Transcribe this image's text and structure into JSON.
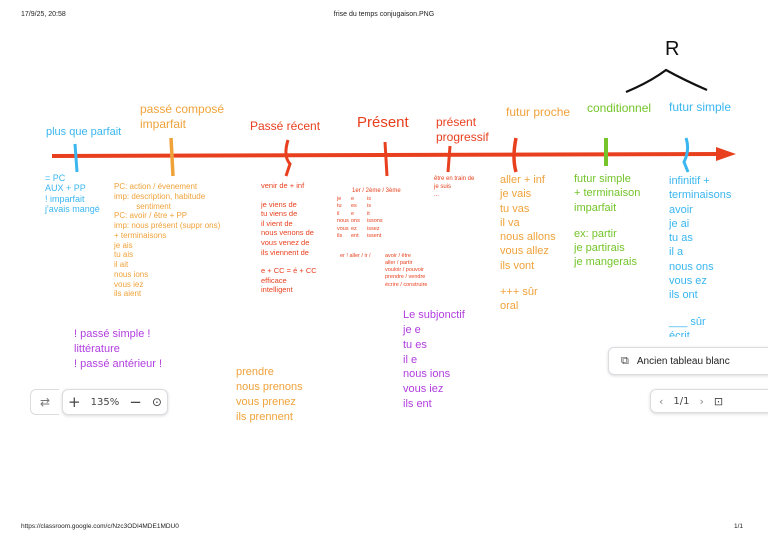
{
  "print_header": {
    "datetime": "17/9/25, 20:58",
    "title": "frise du temps conjugaison.PNG"
  },
  "print_footer": {
    "url": "https://classroom.google.com/c/Nzc3ODI4MDE1MDU0",
    "page": "1/1"
  },
  "colors": {
    "timeline": "#e8401e",
    "blue": "#3ab6f0",
    "orange": "#f0a23a",
    "red": "#e8401e",
    "green": "#74c42a",
    "purple": "#b23de0"
  },
  "drawing": {
    "r_letter": "R"
  },
  "labels": {
    "plus_que_parfait": "plus que parfait",
    "passe_compose": "passé composé",
    "imparfait": "imparfait",
    "passe_recent": "Passé récent",
    "present": "Présent",
    "present_progressif_1": "présent",
    "present_progressif_2": "progressif",
    "futur_proche": "futur proche",
    "conditionnel": "conditionnel",
    "futur_simple": "futur simple"
  },
  "notes": {
    "pqp": [
      "= PC",
      "AUX + PP",
      "! imparfait",
      "j'avais mangé"
    ],
    "pc_imp": [
      "PC: action / évenement",
      "imp: description, habitude",
      "          sentiment",
      "PC: avoir / être + PP",
      "imp: nous présent (suppr ons)",
      "+ terminaisons",
      "je ais",
      "tu ais",
      "il ait",
      "nous ions",
      "vous iez",
      "ils aient"
    ],
    "passe_recent": [
      "venir de + inf",
      "",
      "je viens de",
      "tu viens de",
      "il vient de",
      "nous venons de",
      "vous venez de",
      "ils viennent de",
      "",
      "e + CC = é + CC",
      "efficace",
      "intelligent"
    ],
    "present_groups": "1er / 2ème / 3ème",
    "present_col1": [
      "je",
      "tu",
      "il",
      "nous",
      "vous",
      "ils"
    ],
    "present_col2": [
      "e",
      "es",
      "e",
      "ons",
      "ez",
      "ent"
    ],
    "present_col3": [
      "is",
      "is",
      "it",
      "issons",
      "issez",
      "issent"
    ],
    "present_er": "er ! aller / ir /",
    "present_verbs": [
      "avoir / être",
      "aller / partir",
      "vouloir / pouvoir",
      "prendre / vendre",
      "écrire / construire"
    ],
    "progressif": [
      "être en train de",
      "je suis",
      "..."
    ],
    "futur_proche": [
      "aller + inf",
      "je vais",
      "tu vas",
      "il va",
      "nous allons",
      "vous allez",
      "ils vont",
      "",
      "+++ sûr",
      "oral"
    ],
    "conditionnel": [
      "futur simple",
      "+ terminaison",
      "imparfait",
      "",
      "ex: partir",
      "je partirais",
      "je mangerais"
    ],
    "futur_simple": [
      "infinitif +",
      "terminaisons",
      "avoir",
      "je ai",
      "tu as",
      "il a",
      "nous ons",
      "vous ez",
      "ils ont",
      "",
      "___ sûr",
      "écrit"
    ],
    "passe_simple": [
      "! passé simple !",
      "littérature",
      "! passé antérieur !"
    ],
    "prendre": [
      "prendre",
      "nous prenons",
      "vous prenez",
      "ils prennent"
    ],
    "subjonctif": [
      "Le subjonctif",
      "je  e",
      "tu  es",
      "il e",
      "nous ions",
      "vous iez",
      "ils ent"
    ]
  },
  "toolbar": {
    "zoom": "135%",
    "page": "1/1",
    "tooltip": "Ancien tableau blanc"
  }
}
